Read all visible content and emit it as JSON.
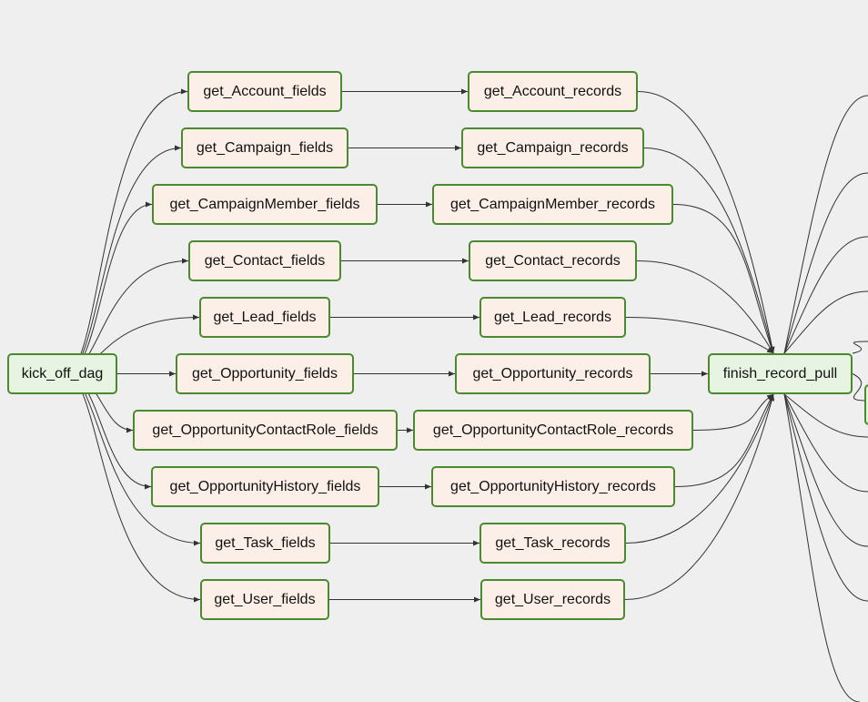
{
  "nodes": {
    "kick_off_dag": "kick_off_dag",
    "finish_record_pull": "finish_record_pull",
    "fields": [
      "get_Account_fields",
      "get_Campaign_fields",
      "get_CampaignMember_fields",
      "get_Contact_fields",
      "get_Lead_fields",
      "get_Opportunity_fields",
      "get_OpportunityContactRole_fields",
      "get_OpportunityHistory_fields",
      "get_Task_fields",
      "get_User_fields"
    ],
    "records": [
      "get_Account_records",
      "get_Campaign_records",
      "get_CampaignMember_records",
      "get_Contact_records",
      "get_Lead_records",
      "get_Opportunity_records",
      "get_OpportunityContactRole_records",
      "get_OpportunityHistory_records",
      "get_Task_records",
      "get_User_records"
    ]
  },
  "colors": {
    "task_fill": "#fcefe8",
    "dummy_fill": "#e7f4e1",
    "border": "#4a8a2e",
    "edge": "#333333",
    "background": "#efefef"
  }
}
